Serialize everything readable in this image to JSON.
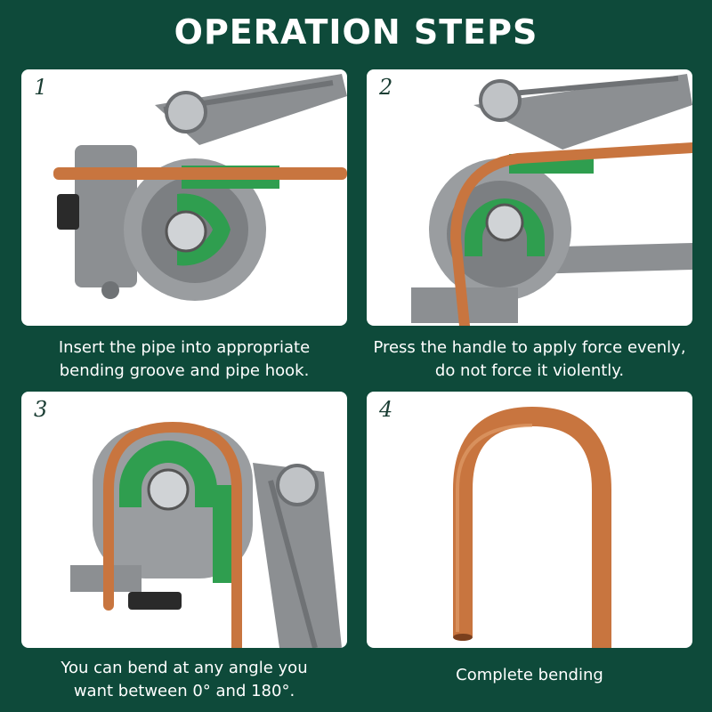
{
  "title": "OPERATION STEPS",
  "steps": [
    {
      "number": "1",
      "caption_line1": "Insert the pipe into appropriate",
      "caption_line2": "bending groove and pipe hook."
    },
    {
      "number": "2",
      "caption_line1": "Press the handle to apply force evenly,",
      "caption_line2": "do not force it violently."
    },
    {
      "number": "3",
      "caption_line1": "You can bend at any angle you",
      "caption_line2": "want between 0° and 180°."
    },
    {
      "number": "4",
      "caption_line1": "Complete bending",
      "caption_line2": ""
    }
  ],
  "colors": {
    "background": "#0e4a3a",
    "panel": "#ffffff",
    "copper": "#c8753f",
    "tool": "#8c8f92",
    "scale": "#2f9e4f"
  }
}
